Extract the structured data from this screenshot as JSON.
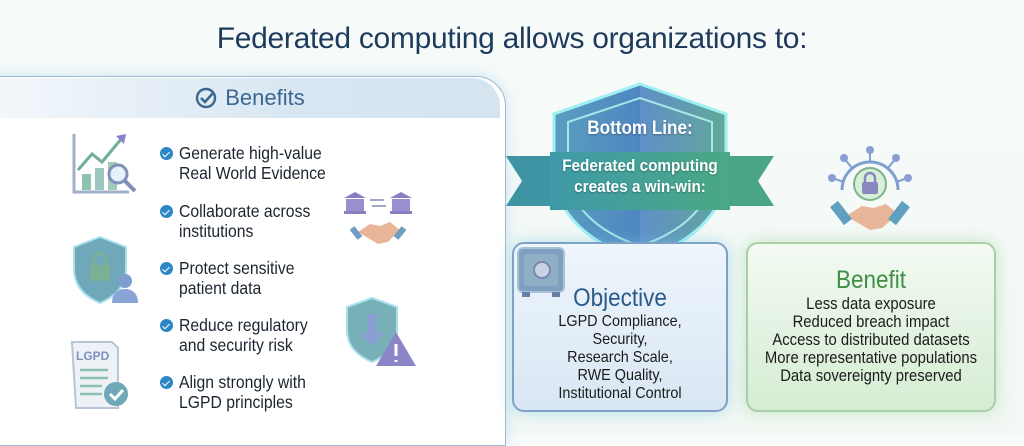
{
  "title": "Federated computing allows organizations to:",
  "benefits_panel": {
    "header": "Benefits",
    "items": [
      {
        "line1": "Generate high-value",
        "line2": "Real World Evidence"
      },
      {
        "line1": "Collaborate across",
        "line2": "institutions"
      },
      {
        "line1": "Protect sensitive",
        "line2": "patient data"
      },
      {
        "line1": "Reduce regulatory",
        "line2": "and security risk"
      },
      {
        "line1": "Align strongly with",
        "line2": "LGPD principles"
      }
    ],
    "document_icon_label": "LGPD"
  },
  "bottom_line": {
    "heading": "Bottom Line:",
    "line1": "Federated computing",
    "line2": "creates a win-win:"
  },
  "objective": {
    "title": "Objective",
    "lines": [
      "LGPD Compliance,",
      "Security,",
      "Research Scale,",
      "RWE Quality,",
      "Institutional Control"
    ]
  },
  "benefit": {
    "title": "Benefit",
    "lines": [
      "Less data exposure",
      "Reduced breach impact",
      "Access to distributed datasets",
      "More representative populations",
      "Data sovereignty preserved"
    ]
  },
  "colors": {
    "title": "#1e3a5c",
    "objective": "#2a5a8a",
    "benefit": "#3f8f45",
    "bullet": "#2c87c5"
  }
}
